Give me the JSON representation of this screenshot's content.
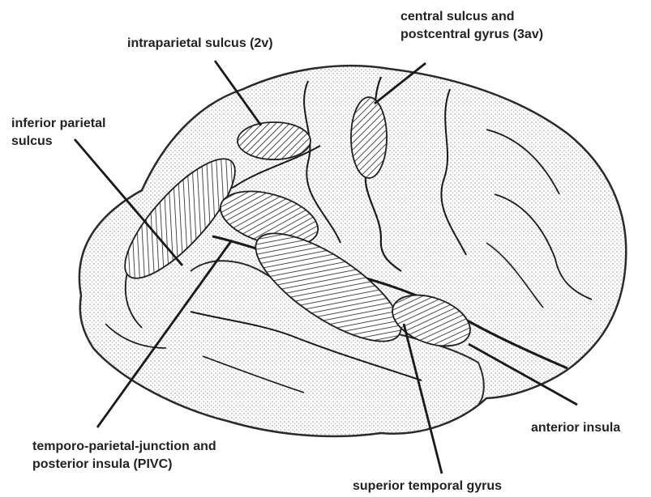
{
  "labels": {
    "central": [
      "central sulcus and",
      "postcentral gyrus (3av)"
    ],
    "intraparietal": "intraparietal sulcus (2v)",
    "inferior_parietal": [
      "inferior parietal",
      "sulcus"
    ],
    "tpj": [
      "temporo-parietal-junction and",
      "posterior insula (PIVC)"
    ],
    "anterior_insula": "anterior insula",
    "superior_temporal": "superior temporal gyrus"
  },
  "colors": {
    "outline": "#2a2a2a",
    "stipple": "#bdbdbd",
    "hatch": "#1e1e1e",
    "text": "#222222"
  }
}
